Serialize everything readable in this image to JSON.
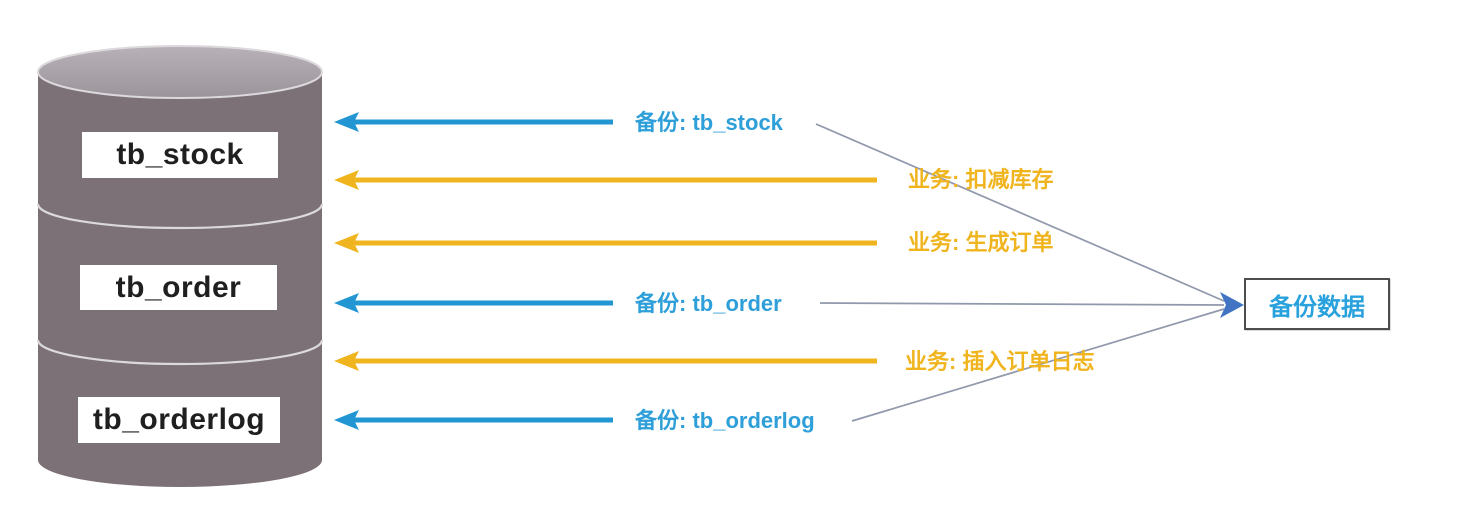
{
  "database": {
    "tables": [
      {
        "label": "tb_stock"
      },
      {
        "label": "tb_order"
      },
      {
        "label": "tb_orderlog"
      }
    ]
  },
  "flows": [
    {
      "id": "backup-tb-stock",
      "type": "backup",
      "label": "备份: tb_stock"
    },
    {
      "id": "business-deduct-stock",
      "type": "business",
      "label": "业务: 扣减库存"
    },
    {
      "id": "business-create-order",
      "type": "business",
      "label": "业务: 生成订单"
    },
    {
      "id": "backup-tb-order",
      "type": "backup",
      "label": "备份: tb_order"
    },
    {
      "id": "business-insert-orderlog",
      "type": "business",
      "label": "业务: 插入订单日志"
    },
    {
      "id": "backup-tb-orderlog",
      "type": "backup",
      "label": "备份: tb_orderlog"
    }
  ],
  "backup_target": {
    "label": "备份数据"
  },
  "colors": {
    "backup_arrow": "#2196d3",
    "business_arrow": "#f0b41e",
    "backup_label": "#2e9fd9",
    "business_label": "#f0b41e",
    "connector": "#9098ab",
    "converge_arrowhead": "#4374c4",
    "backup_box_text": "#29a1dd",
    "cylinder_body": "#7b7177",
    "cylinder_top": "#aba5ab",
    "cylinder_rim": "#dcd9dc"
  }
}
